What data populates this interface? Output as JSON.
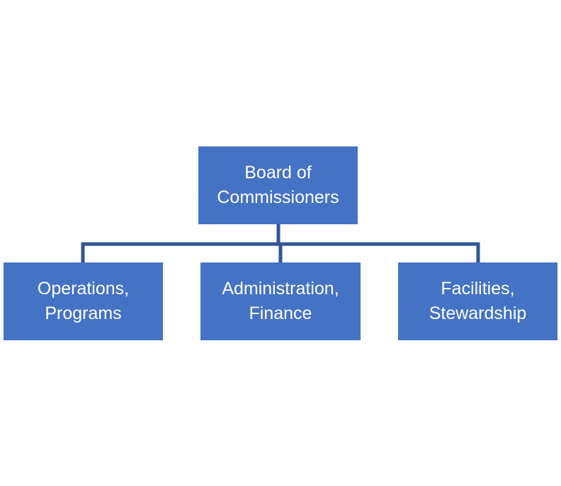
{
  "org_chart": {
    "root": {
      "label": "Board of\nCommissioners"
    },
    "children": [
      {
        "label": "Operations,\nPrograms"
      },
      {
        "label": "Administration,\nFinance"
      },
      {
        "label": "Facilities,\nStewardship"
      }
    ]
  },
  "colors": {
    "box_fill": "#4472c4",
    "connector": "#2f5597",
    "text": "#ffffff"
  }
}
